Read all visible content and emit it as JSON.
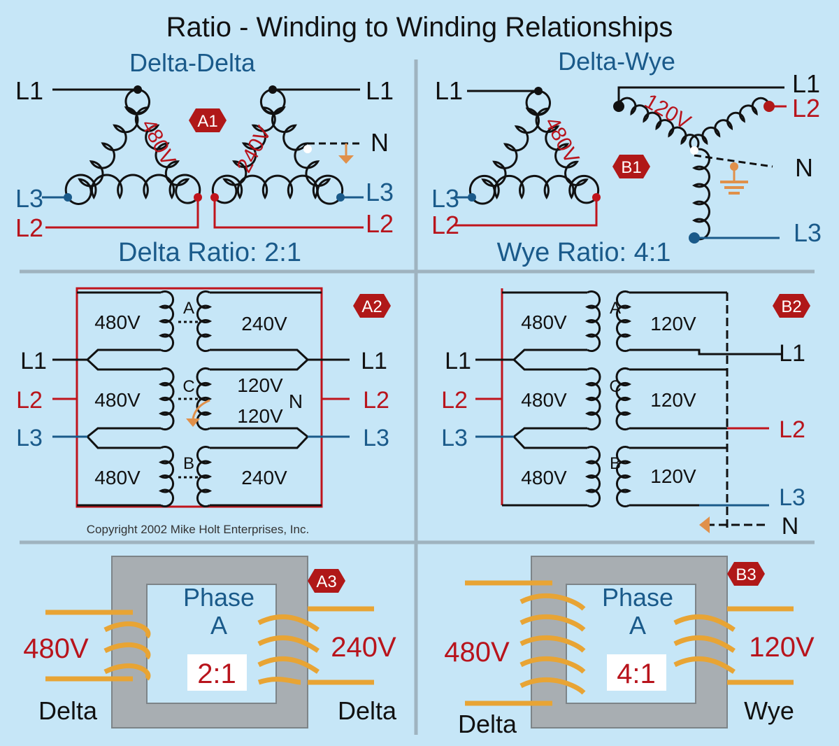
{
  "title": "Ratio - Winding to Winding Relationships",
  "panels": {
    "a1": {
      "heading": "Delta-Delta",
      "badge": "A1",
      "primary_voltage": "480V",
      "secondary_voltage": "240V",
      "ratio_label": "Delta Ratio: 2:1"
    },
    "b1": {
      "heading": "Delta-Wye",
      "badge": "B1",
      "primary_voltage": "480V",
      "secondary_voltage": "120V",
      "ratio_label": "Wye Ratio: 4:1"
    },
    "a2": {
      "badge": "A2",
      "primary": [
        "480V",
        "480V",
        "480V"
      ],
      "secondary": [
        "240V",
        "120V",
        "120V",
        "240V"
      ],
      "phases": [
        "A",
        "C",
        "B"
      ],
      "copyright": "Copyright 2002  Mike Holt Enterprises, Inc."
    },
    "b2": {
      "badge": "B2",
      "primary": [
        "480V",
        "480V",
        "480V"
      ],
      "secondary": [
        "120V",
        "120V",
        "120V"
      ],
      "phases": [
        "A",
        "C",
        "B"
      ]
    },
    "a3": {
      "badge": "A3",
      "phase_line1": "Phase",
      "phase_line2": "A",
      "ratio": "2:1",
      "left_voltage": "480V",
      "right_voltage": "240V",
      "left_type": "Delta",
      "right_type": "Delta"
    },
    "b3": {
      "badge": "B3",
      "phase_line1": "Phase",
      "phase_line2": "A",
      "ratio": "4:1",
      "left_voltage": "480V",
      "right_voltage": "120V",
      "left_type": "Delta",
      "right_type": "Wye"
    }
  },
  "lines": {
    "l1": "L1",
    "l2": "L2",
    "l3": "L3",
    "n": "N"
  },
  "colors": {
    "background": "#c6e6f7",
    "blue": "#1a5a8a",
    "red": "#b8141c",
    "coil_orange": "#e8a434",
    "core_gray": "#a8aeb2"
  }
}
